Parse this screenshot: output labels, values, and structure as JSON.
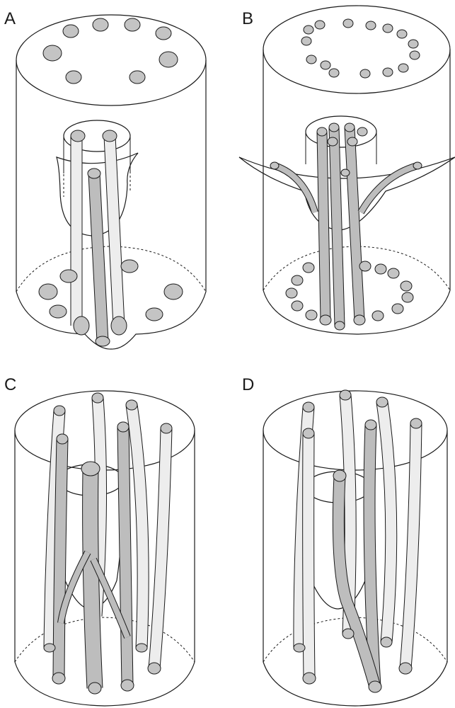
{
  "figure": {
    "panels": [
      {
        "label": "A"
      },
      {
        "label": "B"
      },
      {
        "label": "C"
      },
      {
        "label": "D"
      }
    ]
  },
  "colors": {
    "stroke": "#1a1a1a",
    "strand_light": "#ededed",
    "strand_dark": "#bdbdbd",
    "cap_light": "#c4c4c4",
    "cap_dark": "#6e6e6e",
    "background": "#ffffff"
  }
}
